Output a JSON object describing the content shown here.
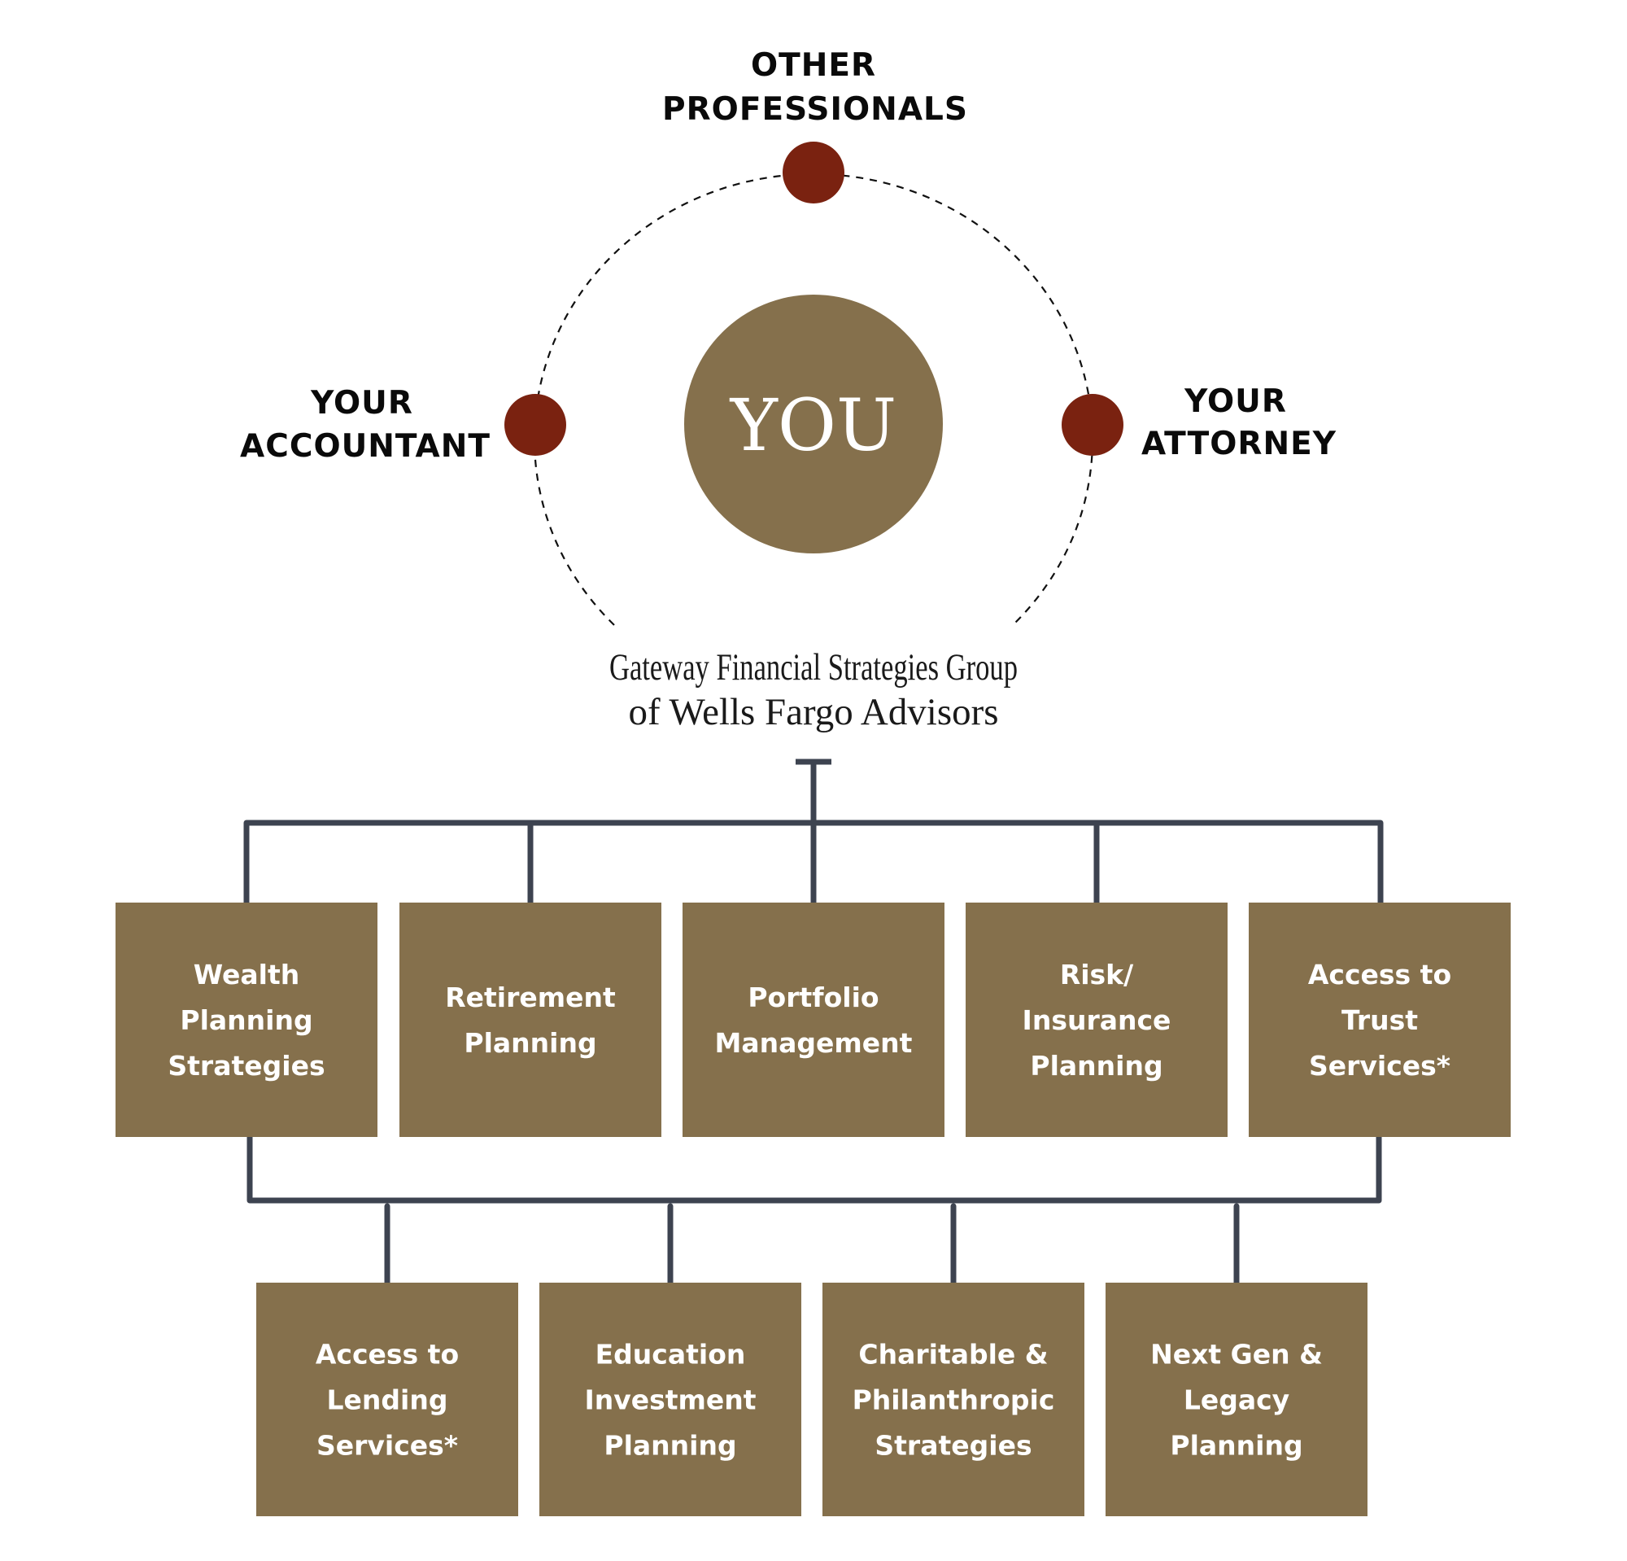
{
  "colors": {
    "accent_brown": "#85704c",
    "dot_red": "#7a2210",
    "connector_slate": "#3d4350",
    "text_dark": "#0a0a0a",
    "text_light": "#ffffff"
  },
  "center": {
    "label": "YOU"
  },
  "advisors": [
    {
      "id": "other-professionals",
      "lines": [
        "OTHER",
        "PROFESSIONALS"
      ],
      "position": "top"
    },
    {
      "id": "your-accountant",
      "lines": [
        "YOUR",
        "ACCOUNTANT"
      ],
      "position": "left"
    },
    {
      "id": "your-attorney",
      "lines": [
        "YOUR",
        "ATTORNEY"
      ],
      "position": "right"
    }
  ],
  "organization": {
    "line1": "Gateway Financial Strategies Group",
    "line2": "of Wells Fargo Advisors"
  },
  "services_top_row": [
    {
      "lines": [
        "Wealth",
        "Planning",
        "Strategies"
      ]
    },
    {
      "lines": [
        "Retirement",
        "Planning"
      ]
    },
    {
      "lines": [
        "Portfolio",
        "Management"
      ]
    },
    {
      "lines": [
        "Risk/",
        "Insurance",
        "Planning"
      ]
    },
    {
      "lines": [
        "Access to",
        "Trust",
        "Services*"
      ]
    }
  ],
  "services_bottom_row": [
    {
      "lines": [
        "Access to",
        "Lending",
        "Services*"
      ]
    },
    {
      "lines": [
        "Education",
        "Investment",
        "Planning"
      ]
    },
    {
      "lines": [
        "Charitable &",
        "Philanthropic",
        "Strategies"
      ]
    },
    {
      "lines": [
        "Next Gen &",
        "Legacy",
        "Planning"
      ]
    }
  ]
}
